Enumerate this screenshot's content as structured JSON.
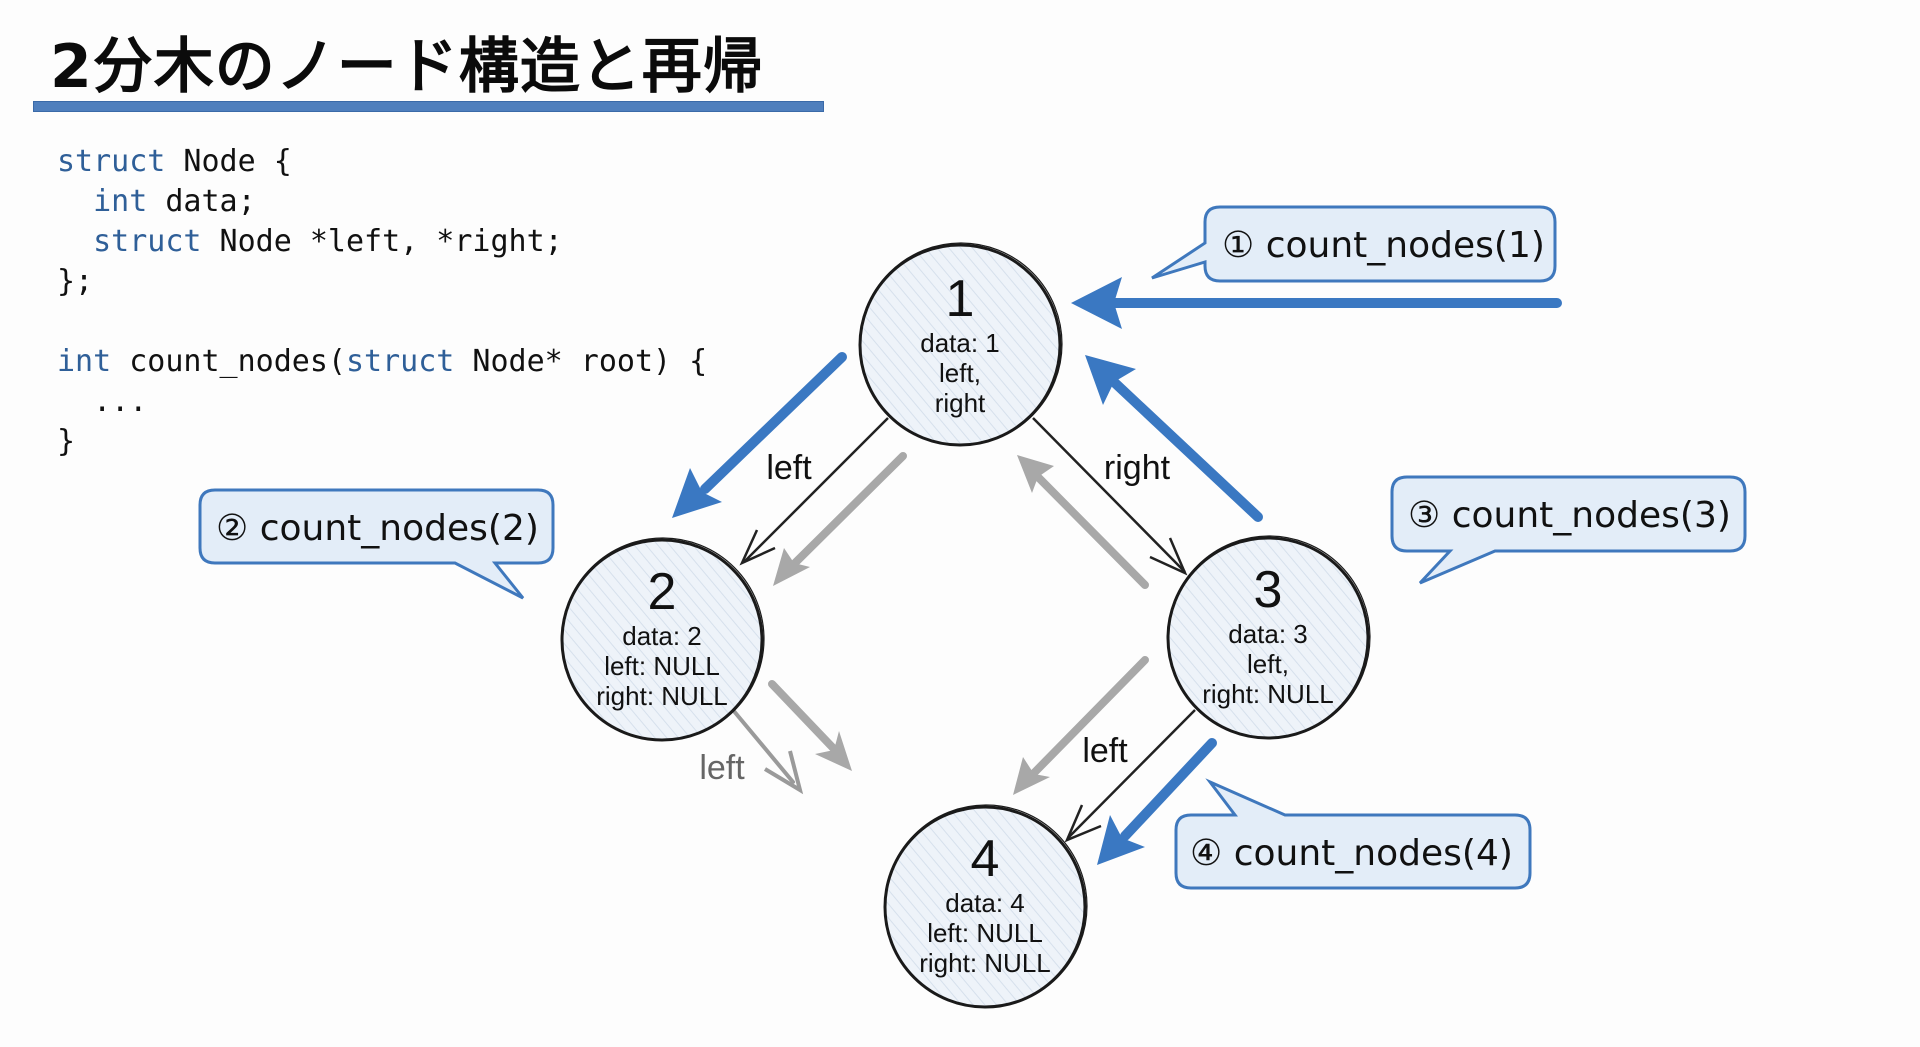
{
  "title": "2分木のノード構造と再帰",
  "colors": {
    "accent_blue": "#3a78c2",
    "title_bar": "#4f7fbd",
    "keyword": "#2f5f98",
    "node_fill": "#eef3f9",
    "bubble_fill": "#e3edf8",
    "bubble_stroke": "#3f78bd",
    "gray_arrow": "#a8a8a8",
    "black_edge": "#222222"
  },
  "code": {
    "lines": [
      [
        {
          "t": "struct",
          "kw": true
        },
        {
          "t": " Node {",
          "kw": false
        }
      ],
      [
        {
          "t": "  ",
          "kw": false
        },
        {
          "t": "int",
          "kw": true
        },
        {
          "t": " data;",
          "kw": false
        }
      ],
      [
        {
          "t": "  ",
          "kw": false
        },
        {
          "t": "struct",
          "kw": true
        },
        {
          "t": " Node *left, *right;",
          "kw": false
        }
      ],
      [
        {
          "t": "};",
          "kw": false
        }
      ],
      [],
      [
        {
          "t": "int",
          "kw": true
        },
        {
          "t": " count_nodes(",
          "kw": false
        },
        {
          "t": "struct",
          "kw": true
        },
        {
          "t": " Node* root) {",
          "kw": false
        }
      ],
      [
        {
          "t": "  ...",
          "kw": false
        }
      ],
      [
        {
          "t": "}",
          "kw": false
        }
      ]
    ]
  },
  "nodes": [
    {
      "id": "1",
      "label": "1",
      "lines": [
        "data: 1",
        "left,",
        "right"
      ]
    },
    {
      "id": "2",
      "label": "2",
      "lines": [
        "data: 2",
        "left: NULL",
        "right: NULL"
      ]
    },
    {
      "id": "3",
      "label": "3",
      "lines": [
        "data: 3",
        "left,",
        "right: NULL"
      ]
    },
    {
      "id": "4",
      "label": "4",
      "lines": [
        "data: 4",
        "left: NULL",
        "right: NULL"
      ]
    }
  ],
  "edges": [
    {
      "from": "1",
      "to": "2",
      "label": "left"
    },
    {
      "from": "1",
      "to": "3",
      "label": "right"
    },
    {
      "from": "3",
      "to": "4",
      "label": "left"
    },
    {
      "from": "2",
      "to": "null",
      "label": "left"
    }
  ],
  "calls": [
    {
      "step": "①",
      "text": "count_nodes(1)"
    },
    {
      "step": "②",
      "text": "count_nodes(2)"
    },
    {
      "step": "③",
      "text": "count_nodes(3)"
    },
    {
      "step": "④",
      "text": "count_nodes(4)"
    }
  ]
}
